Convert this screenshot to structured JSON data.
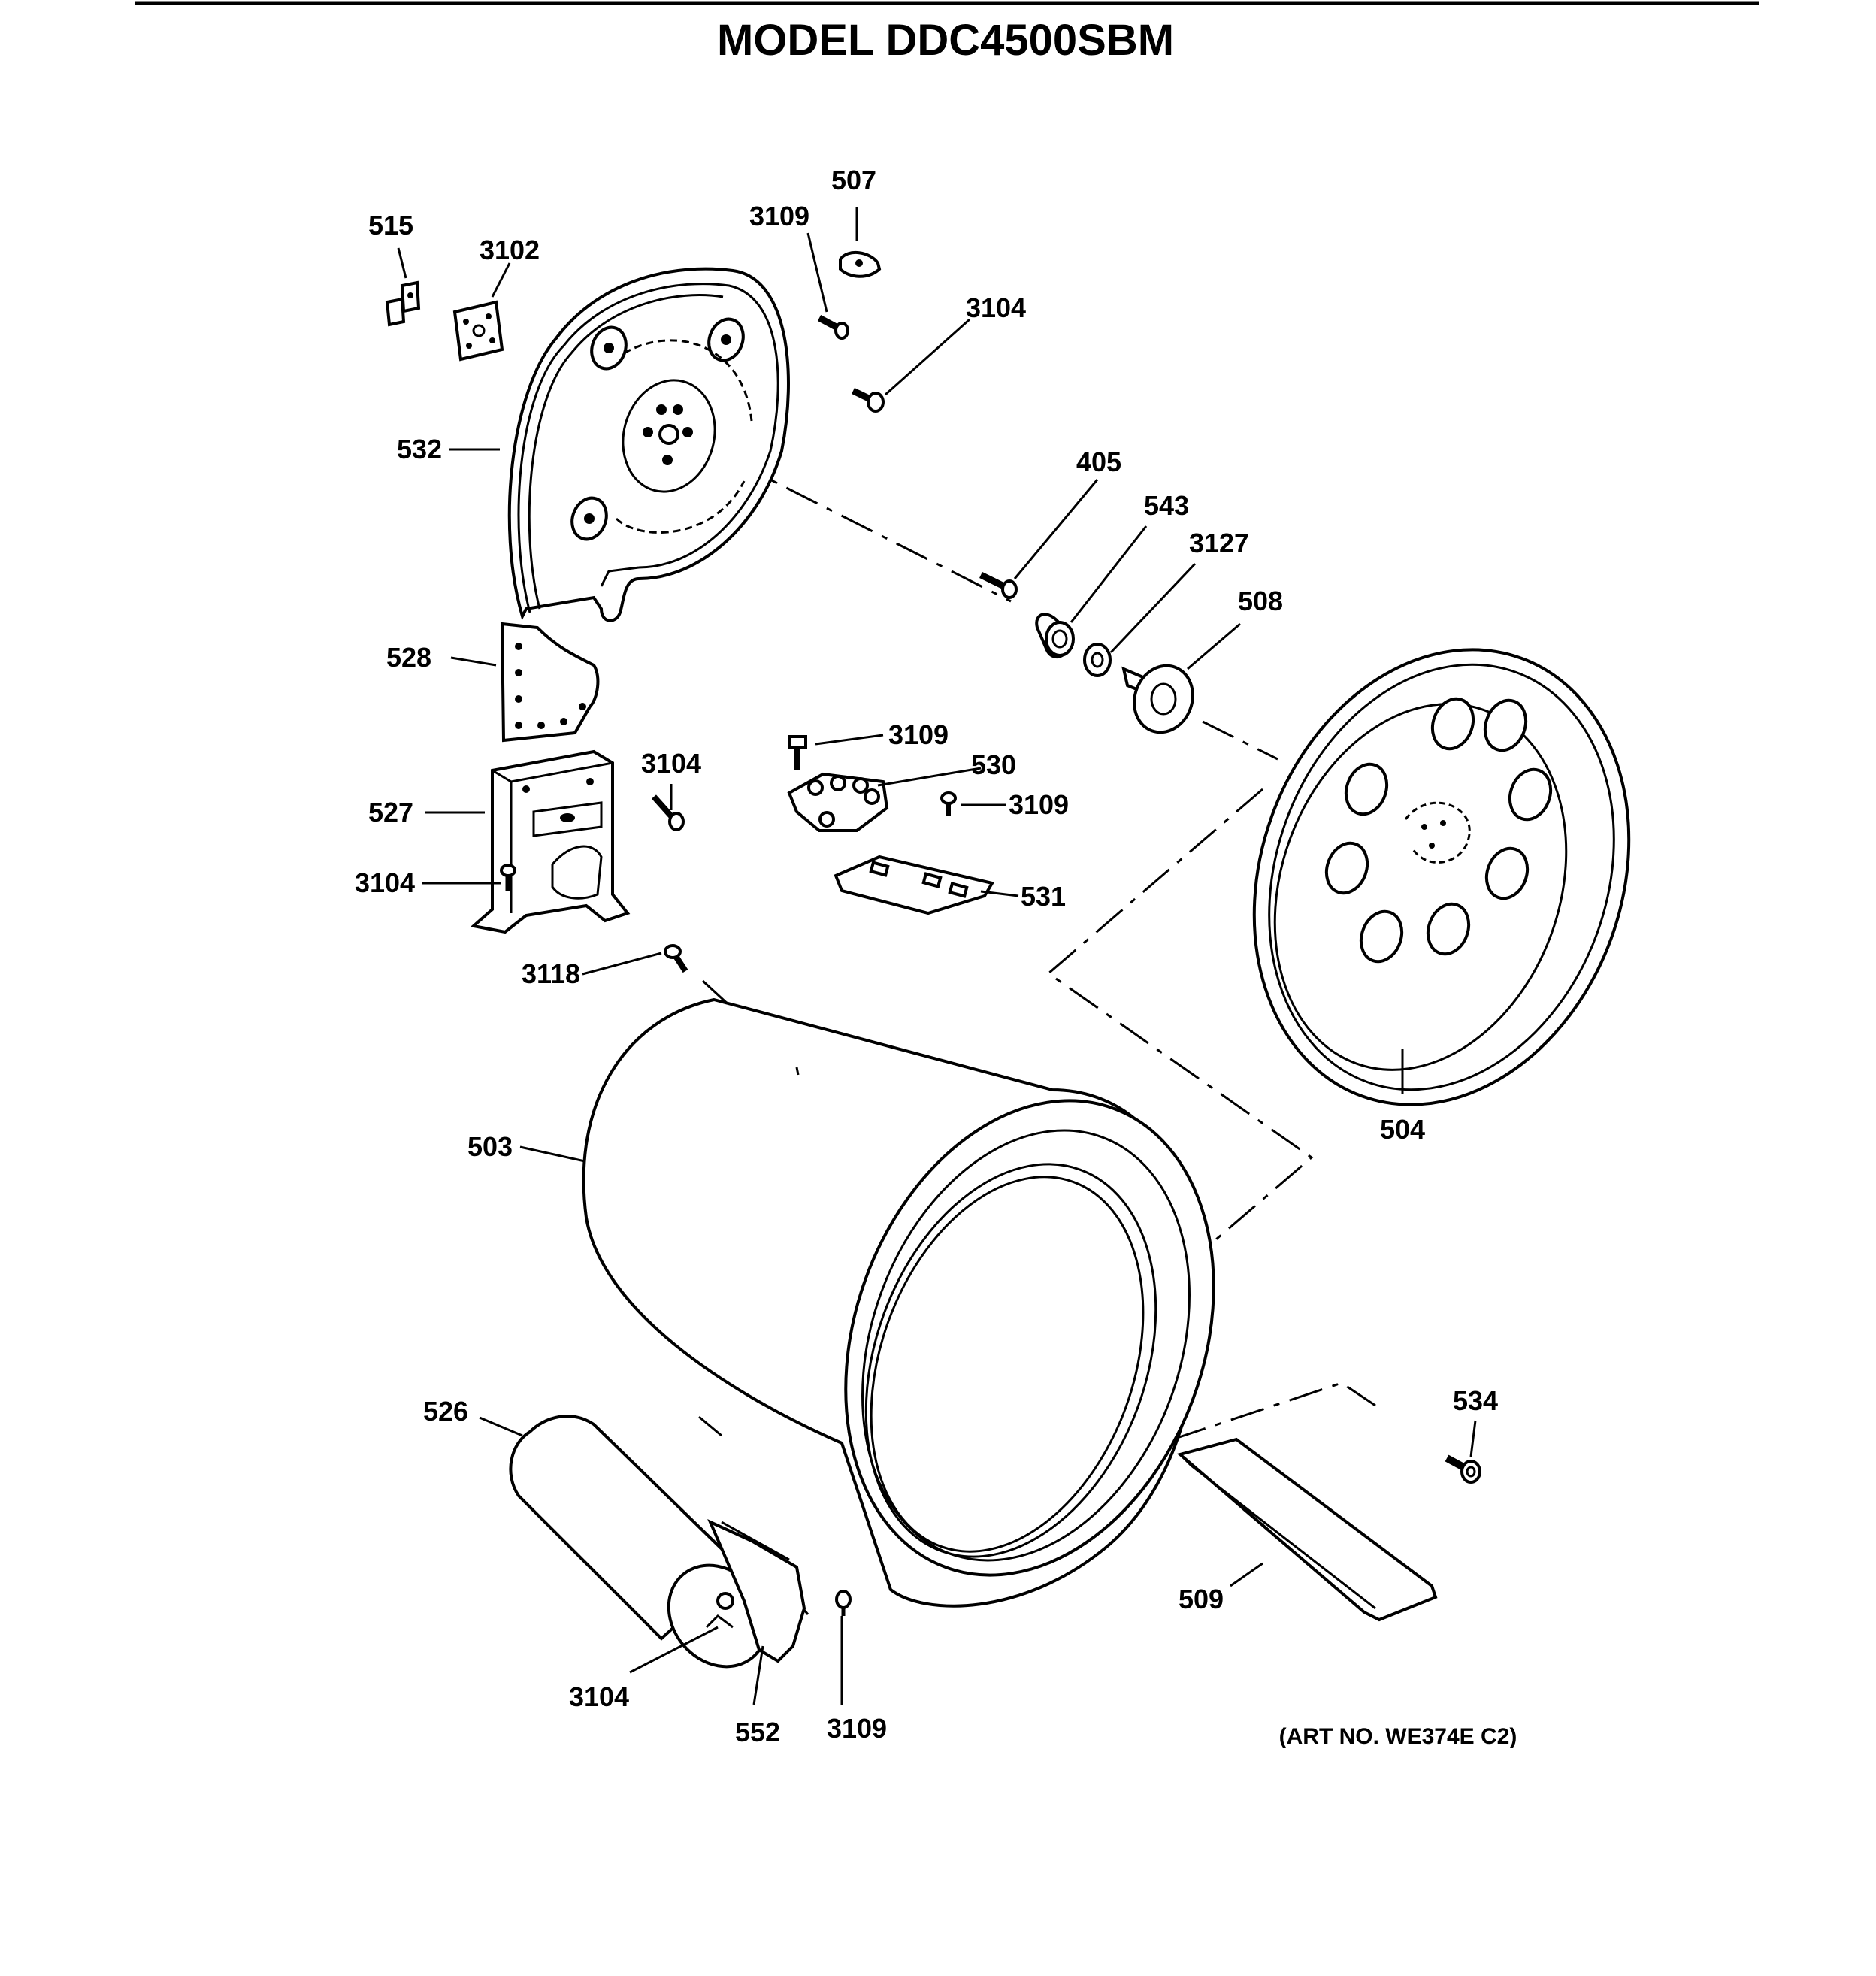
{
  "title": "MODEL DDC4500SBM",
  "art_number": "(ART NO. WE374E C2)",
  "parts": [
    {
      "id": "p515",
      "label": "515"
    },
    {
      "id": "p3102",
      "label": "3102"
    },
    {
      "id": "p3109a",
      "label": "3109"
    },
    {
      "id": "p507",
      "label": "507"
    },
    {
      "id": "p3104a",
      "label": "3104"
    },
    {
      "id": "p532",
      "label": "532"
    },
    {
      "id": "p405",
      "label": "405"
    },
    {
      "id": "p543",
      "label": "543"
    },
    {
      "id": "p3127",
      "label": "3127"
    },
    {
      "id": "p508",
      "label": "508"
    },
    {
      "id": "p528",
      "label": "528"
    },
    {
      "id": "p3104b",
      "label": "3104"
    },
    {
      "id": "p527",
      "label": "527"
    },
    {
      "id": "p3104c",
      "label": "3104"
    },
    {
      "id": "p3109b",
      "label": "3109"
    },
    {
      "id": "p530",
      "label": "530"
    },
    {
      "id": "p3109c",
      "label": "3109"
    },
    {
      "id": "p531",
      "label": "531"
    },
    {
      "id": "p3118",
      "label": "3118"
    },
    {
      "id": "p504",
      "label": "504"
    },
    {
      "id": "p503",
      "label": "503"
    },
    {
      "id": "p534",
      "label": "534"
    },
    {
      "id": "p526",
      "label": "526"
    },
    {
      "id": "p509",
      "label": "509"
    },
    {
      "id": "p3104d",
      "label": "3104"
    },
    {
      "id": "p552",
      "label": "552"
    },
    {
      "id": "p3109d",
      "label": "3109"
    }
  ]
}
